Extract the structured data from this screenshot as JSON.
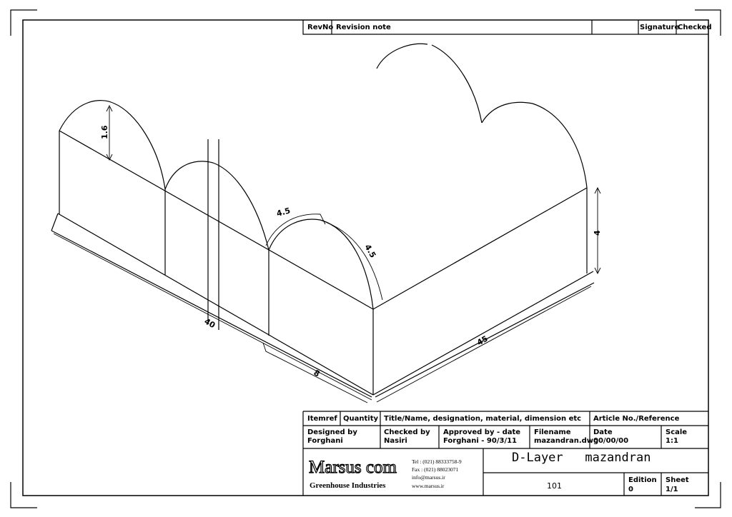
{
  "revision_block": {
    "rev_no": "RevNo",
    "revision_note": "Revision note",
    "signature": "Signature",
    "checked": "Checked"
  },
  "title_block": {
    "headers": {
      "itemref": "Itemref",
      "quantity": "Quantity",
      "title": "Title/Name, designation, material, dimension etc",
      "article": "Article No./Reference"
    },
    "designed_by_label": "Designed by",
    "designed_by": "Forghani",
    "checked_by_label": "Checked by",
    "checked_by": "Nasiri",
    "approved_label": "Approved by - date",
    "approved": "Forghani - 90/3/11",
    "filename_label": "Filename",
    "filename": "mazandran.dwg",
    "date_label": "Date",
    "date": "00/00/00",
    "scale_label": "Scale",
    "scale": "1:1",
    "layer_title": "D-Layer   mazandran",
    "number": "101",
    "edition_label": "Edition",
    "edition": "0",
    "sheet_label": "Sheet",
    "sheet": "1/1"
  },
  "company": {
    "logo_text": "Marsus com",
    "tagline": "Greenhouse Industries",
    "tel": "Tel : (021) 88333758-9",
    "fax": "Fax : (021) 88023071",
    "email": "info@marsus.ir",
    "web": "www.marsus.ir"
  },
  "dimensions": {
    "arch_height": "1.6",
    "arch_span_a": "4.5",
    "arch_span_b": "4.5",
    "wall_height": "4",
    "front_length": "40",
    "bay_width": "8",
    "side_length": "45"
  }
}
